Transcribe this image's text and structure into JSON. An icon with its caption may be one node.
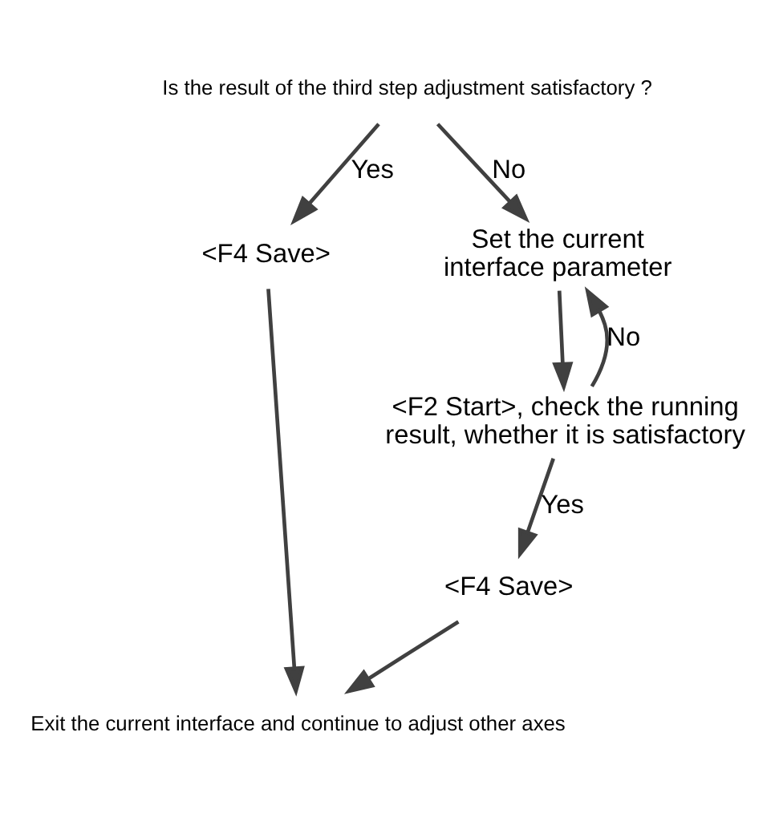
{
  "diagram": {
    "nodes": [
      {
        "text": [
          "Is the result of the third step adjustment satisfactory ?"
        ]
      },
      {
        "text": [
          "<F4 Save>"
        ]
      },
      {
        "text": [
          "Set the current interface parameter"
        ]
      },
      {
        "text": [
          "<F2 Start>, check the running result, whether it is satisfactory"
        ]
      },
      {
        "text": [
          "<F4 Save>"
        ]
      },
      {
        "text": [
          "Exit the current interface and continue to adjust other axes"
        ]
      }
    ],
    "edges": [
      {
        "from": 0,
        "to": 1,
        "arrow": "to",
        "label": "Yes"
      },
      {
        "from": 0,
        "to": 2,
        "arrow": "to",
        "label": "No"
      },
      {
        "from": 2,
        "to": 3,
        "arrow": "to"
      },
      {
        "from": 3,
        "to": 2,
        "arrow": "to",
        "label": "No"
      },
      {
        "from": 3,
        "to": 4,
        "arrow": "to",
        "label": "Yes"
      },
      {
        "from": 1,
        "to": 5,
        "arrow": "to"
      },
      {
        "from": 4,
        "to": 5,
        "arrow": "to"
      }
    ]
  }
}
